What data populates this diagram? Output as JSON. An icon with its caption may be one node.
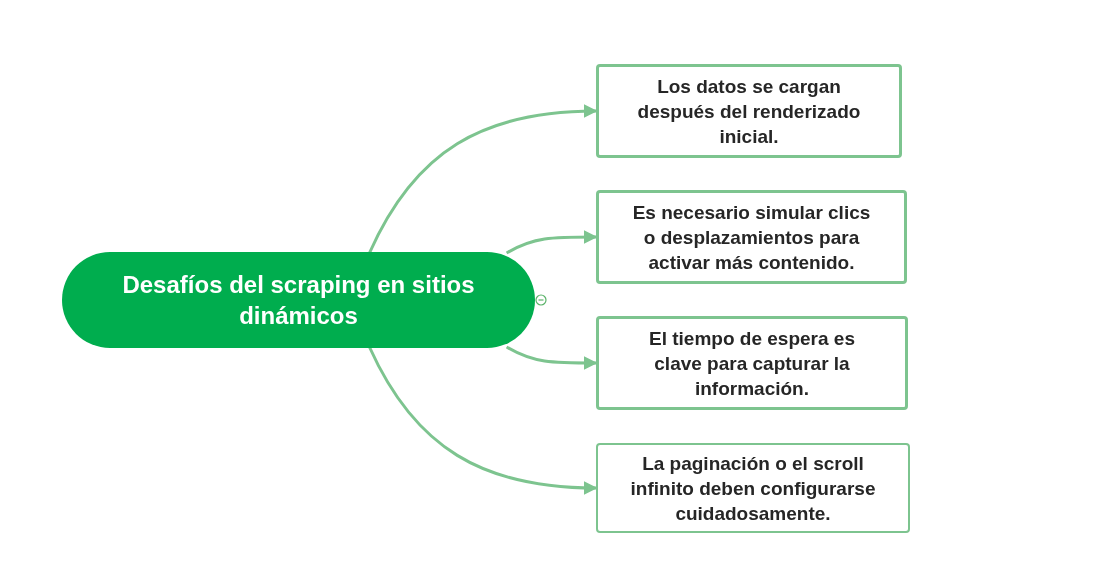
{
  "diagram": {
    "nodes": [
      {
        "text": [
          "Desafíos del scraping en sitios dinámicos"
        ]
      },
      {
        "text": [
          "Los datos se cargan después del renderizado inicial."
        ]
      },
      {
        "text": [
          "Es necesario simular clics o desplazamientos para activar más contenido."
        ]
      },
      {
        "text": [
          "El tiempo de espera es clave para capturar la información."
        ]
      },
      {
        "text": [
          "La paginación o el scroll infinito deben configurarse cuidadosamente."
        ]
      }
    ],
    "edges": [
      {
        "from": 0,
        "to": 1,
        "arrow": "to"
      },
      {
        "from": 0,
        "to": 2,
        "arrow": "to"
      },
      {
        "from": 0,
        "to": 3,
        "arrow": "to"
      },
      {
        "from": 0,
        "to": 4,
        "arrow": "to"
      }
    ]
  }
}
